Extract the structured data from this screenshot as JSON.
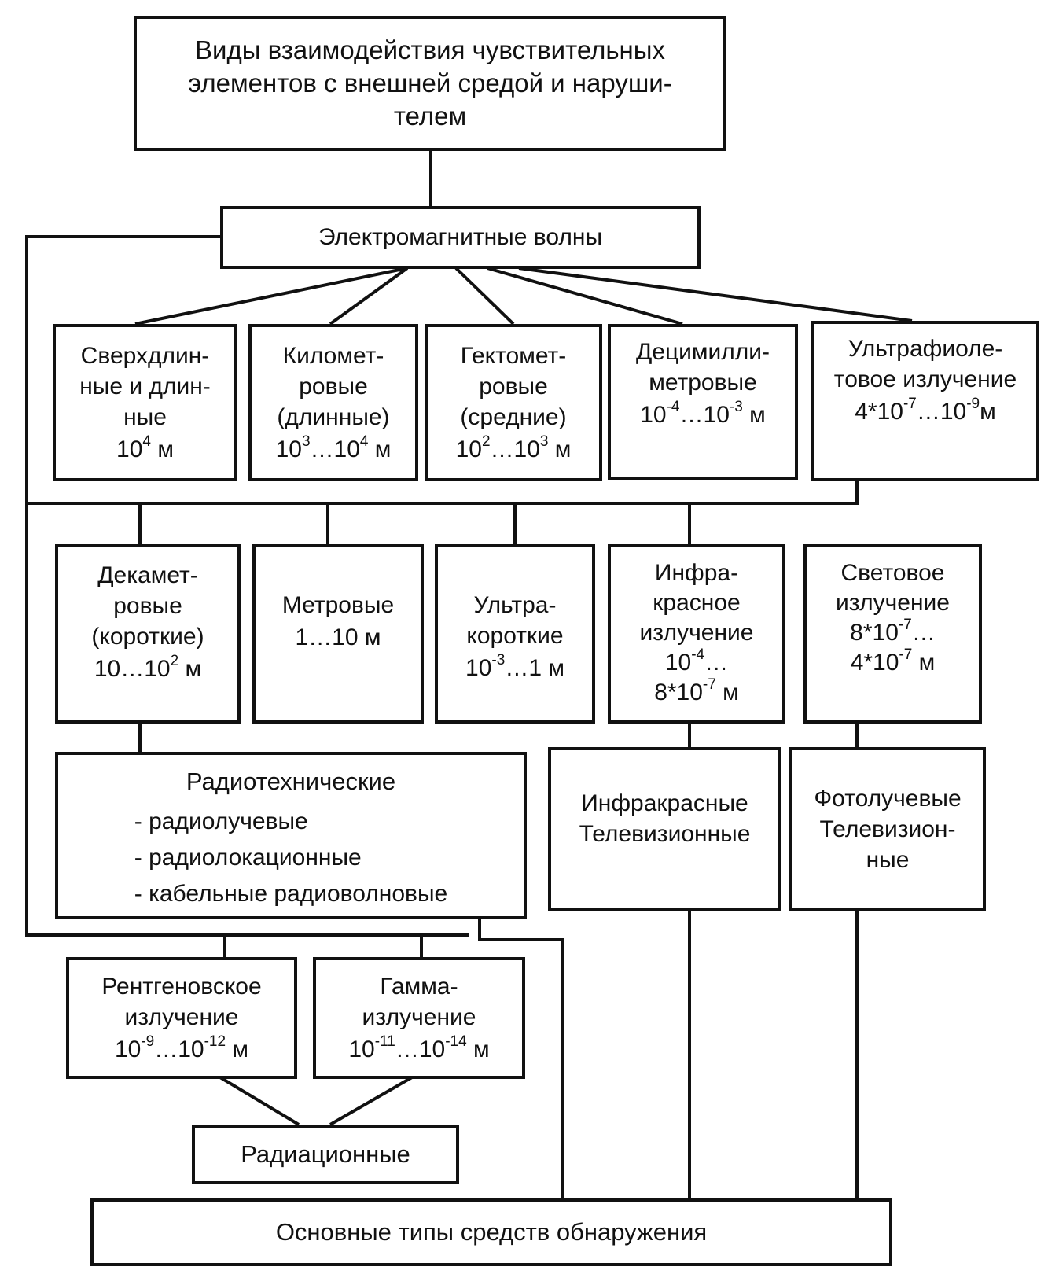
{
  "diagram": {
    "title": "Виды взаимодействия чувствительных\nэлементов с внешней средой и наруши-\nтелем",
    "em_waves": "Электромагнитные волны",
    "row1": [
      {
        "name": "Сверхдлин-\nные и длин-\nные",
        "range": [
          "10",
          "4",
          " м"
        ]
      },
      {
        "name": "Километ-\nровые\n(длинные)",
        "range": [
          "10",
          "3",
          "…10",
          "4",
          " м"
        ]
      },
      {
        "name": "Гектомет-\nровые\n(средние)",
        "range": [
          "10",
          "2",
          "…10",
          "3",
          " м"
        ]
      },
      {
        "name": "Децимилли-\nметровые",
        "range": [
          "10",
          "-4",
          "…10",
          "-3",
          " м"
        ]
      },
      {
        "name": "Ультрафиоле-\nтовое излучение",
        "range": [
          "4*10",
          "-7",
          "…10",
          "-9",
          "м"
        ]
      }
    ],
    "row2": [
      {
        "name": "Декамет-\nровые\n(короткие)",
        "range": [
          "10…10",
          "2",
          " м"
        ]
      },
      {
        "name": "Метровые",
        "range": [
          "1…10 м"
        ]
      },
      {
        "name": "Ультра-\nкороткие",
        "range": [
          "10",
          "-3",
          "…1 м"
        ]
      },
      {
        "name": "Инфра-\nкрасное\nизлучение",
        "range": [
          "10",
          "-4",
          "…"
        ],
        "range2": [
          "8*10",
          "-7",
          " м"
        ]
      },
      {
        "name": "Световое\nизлучение",
        "range": [
          "8*10",
          "-7",
          "…"
        ],
        "range2": [
          "4*10",
          "-7",
          " м"
        ]
      }
    ],
    "radiotech": {
      "title": "Радиотехнические",
      "items": [
        "-  радиолучевые",
        "-  радиолокационные",
        "-  кабельные радиоволновые"
      ]
    },
    "infrared_tv": "Инфракрасные\nТелевизионные",
    "photo_tv": "Фотолучевые\nТелевизион-\nные",
    "row3": [
      {
        "name": "Рентгеновское\nизлучение",
        "range": [
          "10",
          "-9",
          "…10",
          "-12",
          " м"
        ]
      },
      {
        "name": "Гамма-\nизлучение",
        "range": [
          "10",
          "-11",
          "…10",
          "-14",
          " м"
        ]
      }
    ],
    "radiation": "Радиационные",
    "bottom": "Основные типы средств обнаружения"
  }
}
